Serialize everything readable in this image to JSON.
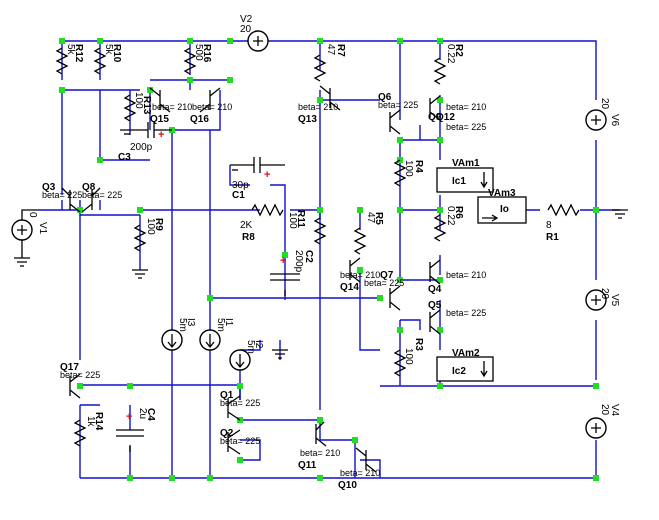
{
  "colors": {
    "wire": "#1010cc",
    "junction": "#22dd22",
    "polarity_plus": "#e01010"
  },
  "sources": {
    "V2": {
      "name": "V2",
      "value": "20"
    },
    "V6": {
      "name": "V6",
      "value": "20"
    },
    "V5": {
      "name": "V5",
      "value": "20"
    },
    "V4": {
      "name": "V4",
      "value": "20"
    },
    "V1": {
      "name": "V1",
      "value": "0"
    },
    "I1": {
      "name": "I1",
      "value": "5m"
    },
    "I2": {
      "name": "I2",
      "value": "5m"
    },
    "I3": {
      "name": "I3",
      "value": "5m"
    }
  },
  "resistors": {
    "R12": {
      "name": "R12",
      "value": "5k"
    },
    "R10": {
      "name": "R10",
      "value": "5k"
    },
    "R16": {
      "name": "R16",
      "value": "500"
    },
    "R13": {
      "name": "R13",
      "value": "100"
    },
    "R7": {
      "name": "R7",
      "value": "47"
    },
    "R2": {
      "name": "R2",
      "value": "0.22"
    },
    "R4": {
      "name": "R4",
      "value": "100"
    },
    "R6": {
      "name": "R6",
      "value": "0.22"
    },
    "R5": {
      "name": "R5",
      "value": "47"
    },
    "R3": {
      "name": "R3",
      "value": "100"
    },
    "R9": {
      "name": "R9",
      "value": "100"
    },
    "R11": {
      "name": "R11",
      "value": "100"
    },
    "R8": {
      "name": "R8",
      "value": "2K"
    },
    "R1": {
      "name": "R1",
      "value": "8"
    },
    "R14": {
      "name": "R14",
      "value": "1k"
    }
  },
  "capacitors": {
    "C3": {
      "name": "C3",
      "value": "200p"
    },
    "C1": {
      "name": "C1",
      "value": "30p"
    },
    "C2": {
      "name": "C2",
      "value": "200p"
    },
    "C4": {
      "name": "C4",
      "value": "2u"
    }
  },
  "transistors": {
    "Q15": {
      "name": "Q15",
      "beta": "beta= 210"
    },
    "Q16": {
      "name": "Q16",
      "beta": "beta= 210"
    },
    "Q13": {
      "name": "Q13",
      "beta": "beta= 210"
    },
    "Q6": {
      "name": "Q6",
      "beta": "beta= 225"
    },
    "Q9": {
      "name": "Q9",
      "beta": "beta= 210"
    },
    "Q12": {
      "name": "Q12",
      "beta": "beta= 225"
    },
    "Q3": {
      "name": "Q3",
      "beta": "beta= 225"
    },
    "Q8": {
      "name": "Q8",
      "beta": "beta= 225"
    },
    "Q14": {
      "name": "Q14",
      "beta": "beta= 210"
    },
    "Q7": {
      "name": "Q7",
      "beta": "beta= 225"
    },
    "Q4": {
      "name": "Q4",
      "beta": "beta= 210"
    },
    "Q5": {
      "name": "Q5",
      "beta": "beta= 225"
    },
    "Q17": {
      "name": "Q17",
      "beta": "beta= 225"
    },
    "Q1": {
      "name": "Q1",
      "beta": "beta= 225"
    },
    "Q2": {
      "name": "Q2",
      "beta": "beta= 225"
    },
    "Q11": {
      "name": "Q11",
      "beta": "beta= 210"
    },
    "Q10": {
      "name": "Q10",
      "beta": "beta= 210"
    }
  },
  "meters": {
    "VAm1": {
      "name": "VAm1",
      "label": "Ic1"
    },
    "VAm2": {
      "name": "VAm2",
      "label": "Ic2"
    },
    "VAm3": {
      "name": "VAm3",
      "label": "Io"
    }
  }
}
